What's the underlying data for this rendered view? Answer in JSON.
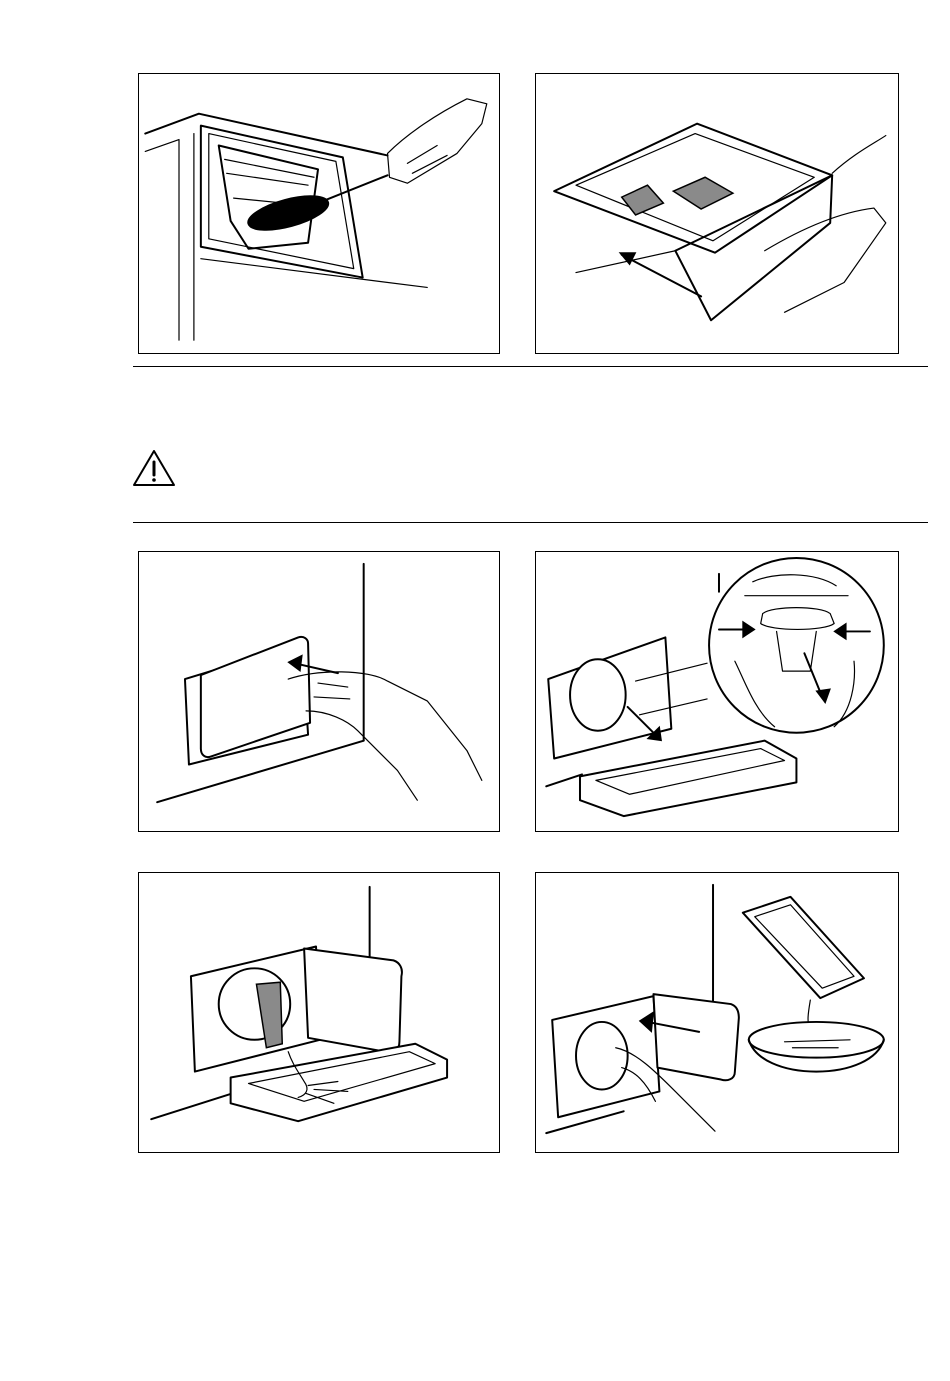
{
  "page": {
    "warning_icon": "warning-triangle-icon",
    "illustrations": [
      {
        "id": "clean-dispenser-recess-brush",
        "icon": "brush-icon"
      },
      {
        "id": "reinsert-detergent-dispenser",
        "icon": "arrow-icon"
      },
      {
        "id": "open-filter-door",
        "icon": "arrow-icon"
      },
      {
        "id": "remove-emergency-drain-hose",
        "icon": "arrow-icon"
      },
      {
        "id": "drain-water-into-container",
        "icon": "water-icon"
      },
      {
        "id": "close-filter-and-empty-container",
        "icon": "arrow-icon"
      }
    ]
  }
}
